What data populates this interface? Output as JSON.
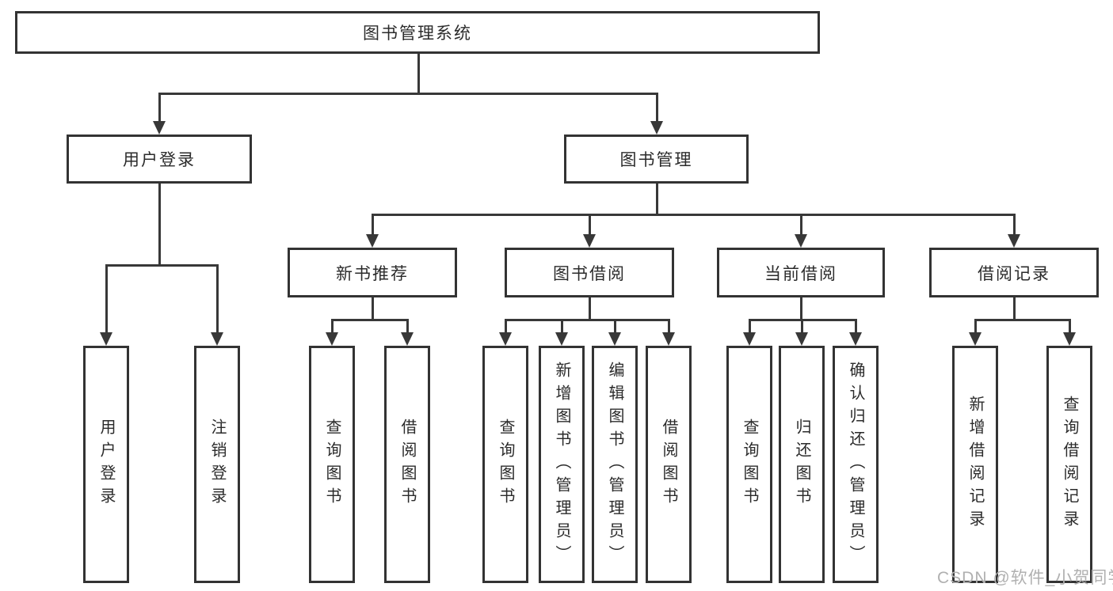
{
  "diagram": {
    "root": {
      "label": "图书管理系统"
    },
    "user_login": {
      "label": "用户登录",
      "children": [
        {
          "label": "用户登录"
        },
        {
          "label": "注销登录"
        }
      ]
    },
    "book_management": {
      "label": "图书管理",
      "groups": [
        {
          "label": "新书推荐",
          "children": [
            {
              "label": "查询图书"
            },
            {
              "label": "借阅图书"
            }
          ]
        },
        {
          "label": "图书借阅",
          "children": [
            {
              "label": "查询图书"
            },
            {
              "label": "新增图书（管理员）"
            },
            {
              "label": "编辑图书（管理员）"
            },
            {
              "label": "借阅图书"
            }
          ]
        },
        {
          "label": "当前借阅",
          "children": [
            {
              "label": "查询图书"
            },
            {
              "label": "归还图书"
            },
            {
              "label": "确认归还（管理员）"
            }
          ]
        },
        {
          "label": "借阅记录",
          "children": [
            {
              "label": "新增借阅记录"
            },
            {
              "label": "查询借阅记录"
            }
          ]
        }
      ]
    }
  },
  "watermark": {
    "text": "CSDN @软件_小贺同学"
  },
  "colors": {
    "line": "#383838",
    "box_border": "#333333",
    "background": "#ffffff",
    "text": "#2b2b2b",
    "watermark": "#b0b0b0"
  }
}
